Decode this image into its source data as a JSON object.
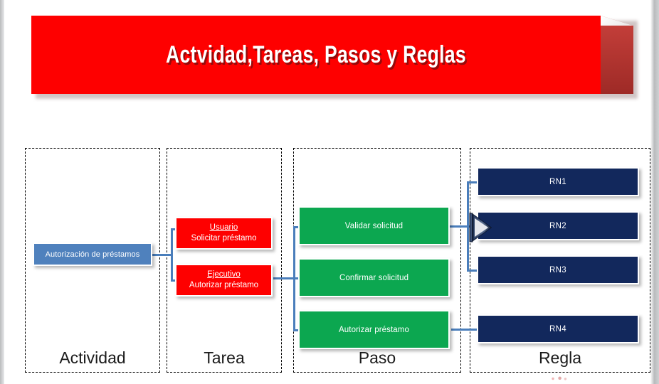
{
  "slide": {
    "title": "Actvidad,Tareas, Pasos y Reglas"
  },
  "colors": {
    "banner_red": "#FE0000",
    "banner_side_red": "#9E2A26",
    "activity_blue": "#4F81BD",
    "task_red": "#FE0000",
    "step_green": "#0CA750",
    "rule_navy": "#12285C",
    "connector_blue": "#4A7EBB",
    "column_border": "#000000"
  },
  "columns": [
    {
      "id": "actividad",
      "label": "Actividad"
    },
    {
      "id": "tarea",
      "label": "Tarea"
    },
    {
      "id": "paso",
      "label": "Paso"
    },
    {
      "id": "regla",
      "label": "Regla"
    }
  ],
  "activity": {
    "box": {
      "label": "Autorización de préstamos"
    }
  },
  "tasks": [
    {
      "role": "Usuario",
      "action": "Solicitar préstamo"
    },
    {
      "role": "Ejecutivo",
      "action": "Autorizar préstamo"
    }
  ],
  "steps": [
    {
      "label": "Validar solicitud"
    },
    {
      "label": "Confirmar solicitud"
    },
    {
      "label": "Autorizar préstamo"
    }
  ],
  "rules": [
    {
      "label": "RN1"
    },
    {
      "label": "RN2"
    },
    {
      "label": "RN3"
    },
    {
      "label": "RN4"
    }
  ],
  "cursor": {
    "icon": "resize-left-arrow-cursor"
  }
}
